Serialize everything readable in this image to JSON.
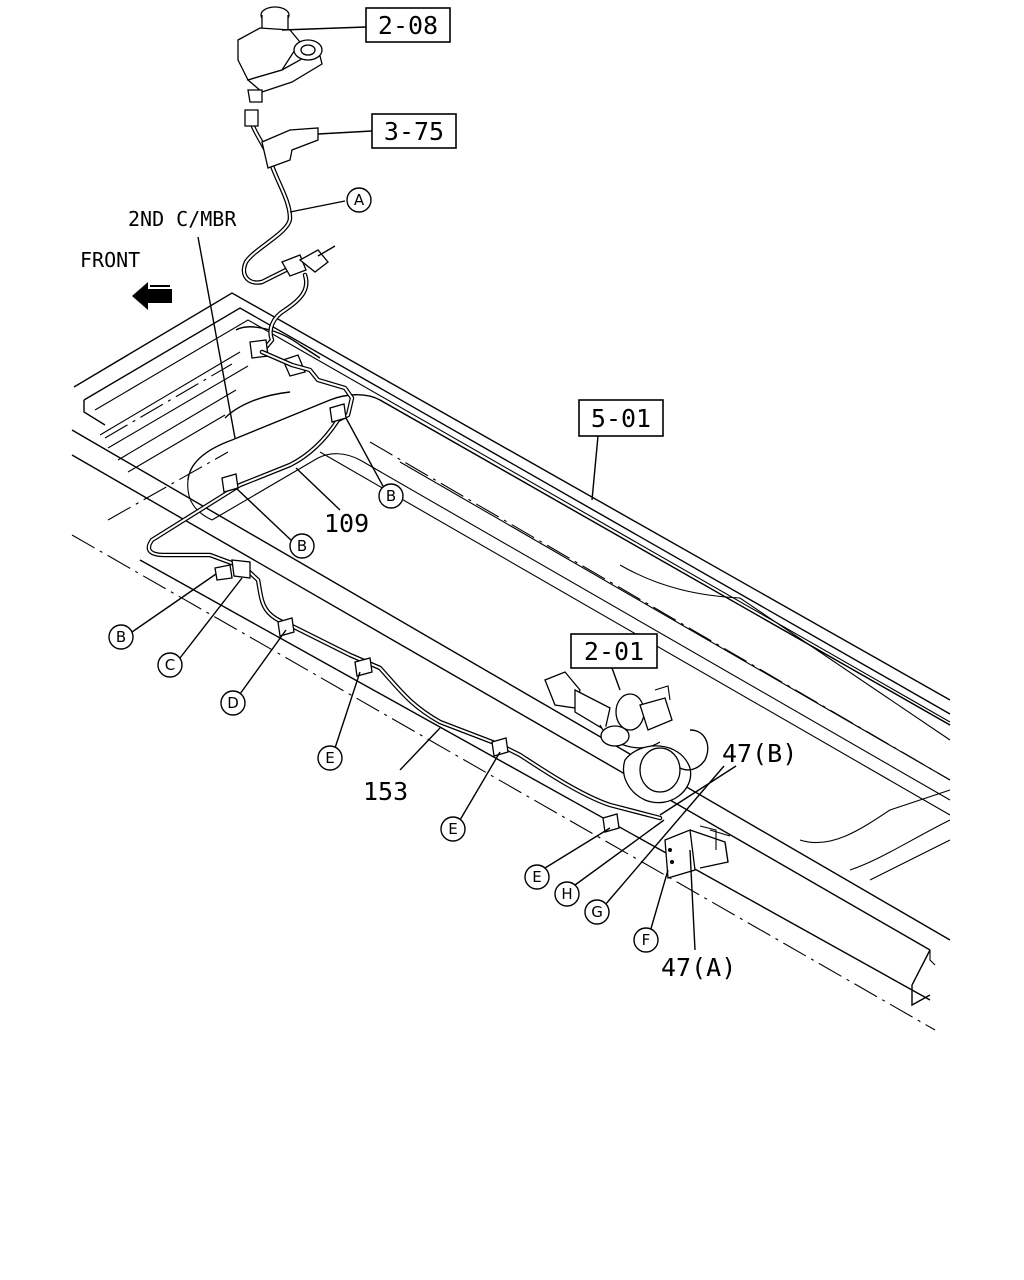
{
  "refs": {
    "master_cylinder": "2-08",
    "bracket": "3-75",
    "frame": "5-01",
    "booster": "2-01"
  },
  "labels": {
    "second_crossmember": "2ND C/MBR",
    "front": "FRONT",
    "pipe_109": "109",
    "pipe_153": "153",
    "part_47b": "47(B)",
    "part_47a": "47(A)"
  },
  "callouts": {
    "a": "A",
    "b1": "B",
    "b2": "B",
    "b3": "B",
    "c": "C",
    "d": "D",
    "e1": "E",
    "e2": "E",
    "e3": "E",
    "f": "F",
    "g": "G",
    "h": "H"
  }
}
